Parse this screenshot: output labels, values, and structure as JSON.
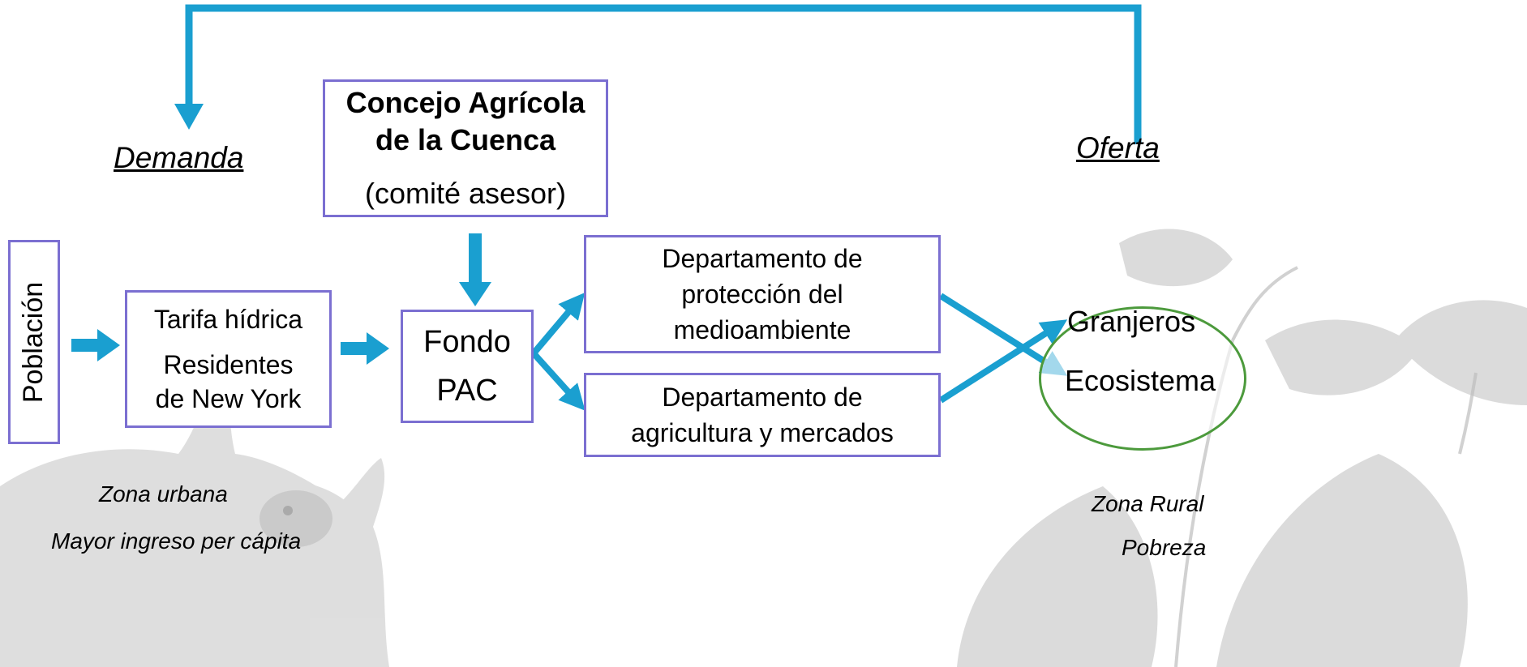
{
  "labels": {
    "demand": "Demanda",
    "supply": "Oferta"
  },
  "council": {
    "title_line1": "Concejo Agrícola",
    "title_line2": "de la Cuenca",
    "subtitle": "(comité asesor)"
  },
  "population": "Población",
  "tariff": {
    "line1": "Tarifa hídrica",
    "line2": "Residentes",
    "line3": "de New York"
  },
  "fund": {
    "line1": "Fondo",
    "line2": "PAC"
  },
  "environment_dept": {
    "line1": "Departamento de",
    "line2": "protección del",
    "line3": "medioambiente"
  },
  "agriculture_dept": {
    "line1": "Departamento de",
    "line2": "agricultura y mercados"
  },
  "rural_actors": {
    "farmers": "Granjeros",
    "ecosystem": "Ecosistema"
  },
  "urban_zone": {
    "line1": "Zona urbana",
    "line2": "Mayor ingreso per cápita"
  },
  "rural_zone": {
    "line1": "Zona Rural",
    "line2": "Pobreza"
  },
  "colors": {
    "arrow": "#1a9fd0",
    "box_border": "#7b6fd1",
    "ellipse_border": "#4c9a3c",
    "background_art": "#c8c8c8"
  }
}
